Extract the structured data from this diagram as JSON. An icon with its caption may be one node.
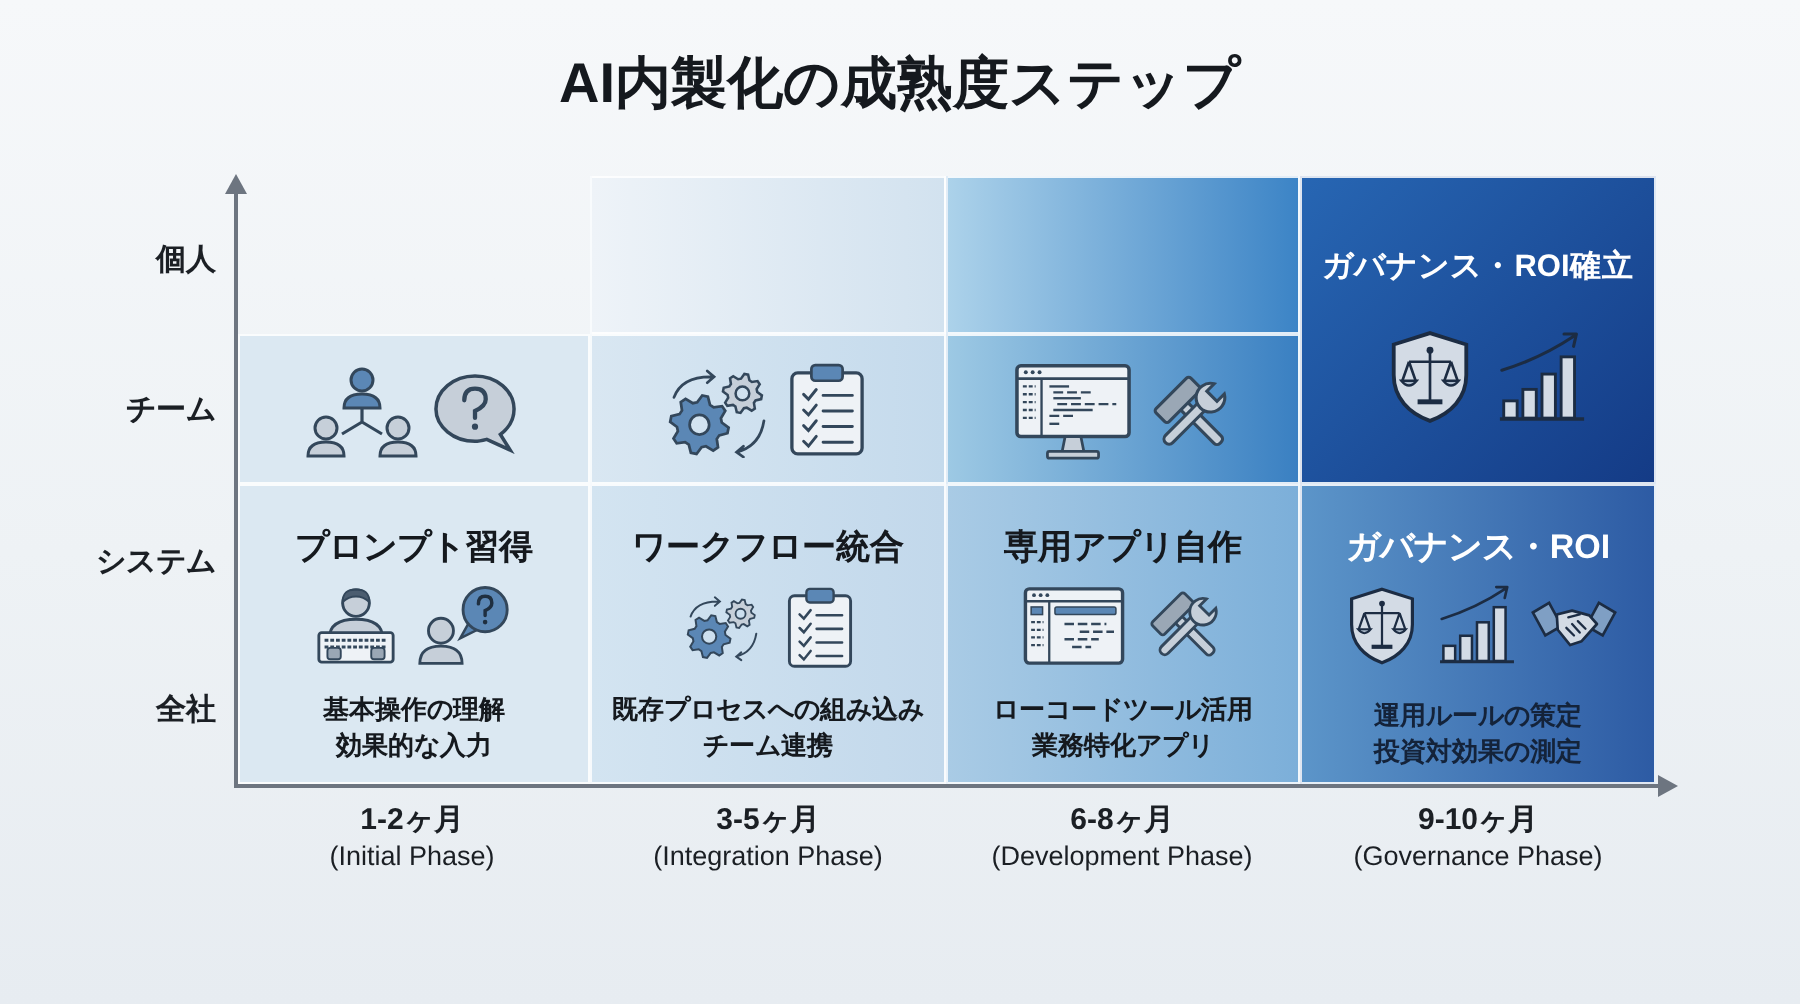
{
  "diagram": {
    "title": "AI内製化の成熟度ステップ",
    "nodes": [
      {
        "text": [],
        "shape": "box"
      },
      {
        "text": [],
        "shape": "box"
      },
      {
        "text": [
          "ガバナンス・ROI確立"
        ]
      },
      {
        "text": [],
        "shape": "box"
      },
      {
        "text": [],
        "shape": "box"
      },
      {
        "text": [],
        "shape": "box"
      },
      {
        "text": [
          "プロンプト習得",
          "基本操作の理解効果的な入力"
        ]
      },
      {
        "text": [
          "ワークフロー統合",
          "既存プロセスへの組み込みチーム連携"
        ]
      },
      {
        "text": [
          "専用アプリ自作",
          "ローコードツール活用業務特化アプリ"
        ]
      },
      {
        "text": [
          "ガバナンス・ROI",
          "運用ルールの策定投資対効果の測定"
        ]
      }
    ],
    "labels": [
      "個人",
      "チーム",
      "システム",
      "全社",
      "1-2ヶ月",
      "(Initial Phase)",
      "3-5ヶ月",
      "(Integration Phase)",
      "6-8ヶ月",
      "(Development Phase)",
      "9-10ヶ月",
      "(Governance Phase)"
    ]
  }
}
